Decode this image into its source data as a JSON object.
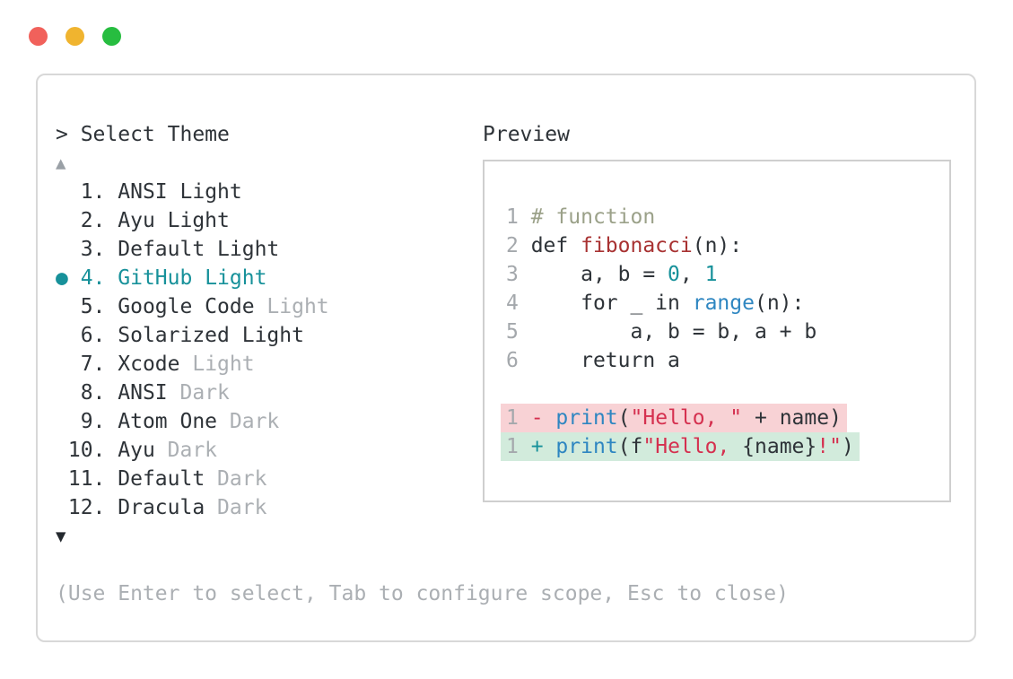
{
  "colors": {
    "dark": "#2e3338",
    "dim": "#abafb3",
    "linenum": "#a4a8ac",
    "comment": "#9ba189",
    "darkred": "#a83232",
    "crimson": "#d5304f",
    "blue": "#2e86c1",
    "teal": "#17919a",
    "diff_removed_bg": "#f8d2d5",
    "diff_added_bg": "#d2ebdc",
    "panel_border": "#d8d8d8",
    "box_border": "#cfcfcf",
    "traffic_red": "#f1615b",
    "traffic_yellow": "#f0b42f",
    "traffic_green": "#27bd40"
  },
  "window": {
    "traffic_lights": [
      {
        "name": "close",
        "color": "#f1615b"
      },
      {
        "name": "minimize",
        "color": "#f0b42f"
      },
      {
        "name": "zoom",
        "color": "#27bd40"
      }
    ]
  },
  "theme_selector": {
    "prompt": "> Select Theme",
    "scroll_up_icon": "▲",
    "scroll_down_icon": "▼",
    "selected_bullet": "●",
    "items": [
      {
        "number": "1",
        "label": "ANSI",
        "variant": "Light",
        "variant_dim": false,
        "selected": false
      },
      {
        "number": "2",
        "label": "Ayu",
        "variant": "Light",
        "variant_dim": false,
        "selected": false
      },
      {
        "number": "3",
        "label": "Default",
        "variant": "Light",
        "variant_dim": false,
        "selected": false
      },
      {
        "number": "4",
        "label": "GitHub",
        "variant": "Light",
        "variant_dim": false,
        "selected": true
      },
      {
        "number": "5",
        "label": "Google Code",
        "variant": "Light",
        "variant_dim": true,
        "selected": false
      },
      {
        "number": "6",
        "label": "Solarized",
        "variant": "Light",
        "variant_dim": false,
        "selected": false
      },
      {
        "number": "7",
        "label": "Xcode",
        "variant": "Light",
        "variant_dim": true,
        "selected": false
      },
      {
        "number": "8",
        "label": "ANSI",
        "variant": "Dark",
        "variant_dim": true,
        "selected": false
      },
      {
        "number": "9",
        "label": "Atom One",
        "variant": "Dark",
        "variant_dim": true,
        "selected": false
      },
      {
        "number": "10",
        "label": "Ayu",
        "variant": "Dark",
        "variant_dim": true,
        "selected": false
      },
      {
        "number": "11",
        "label": "Default",
        "variant": "Dark",
        "variant_dim": true,
        "selected": false
      },
      {
        "number": "12",
        "label": "Dracula",
        "variant": "Dark",
        "variant_dim": true,
        "selected": false
      }
    ],
    "help": "(Use Enter to select, Tab to configure scope, Esc to close)"
  },
  "preview": {
    "title": "Preview",
    "code_lines": [
      {
        "number": "1",
        "diff": null,
        "tokens": [
          {
            "t": "# function",
            "c": "comment"
          }
        ]
      },
      {
        "number": "2",
        "diff": null,
        "tokens": [
          {
            "t": "def ",
            "c": "dark"
          },
          {
            "t": "fibonacci",
            "c": "darkred"
          },
          {
            "t": "(n):",
            "c": "dark"
          }
        ]
      },
      {
        "number": "3",
        "diff": null,
        "tokens": [
          {
            "t": "    a, b = ",
            "c": "dark"
          },
          {
            "t": "0",
            "c": "teal"
          },
          {
            "t": ", ",
            "c": "dark"
          },
          {
            "t": "1",
            "c": "teal"
          }
        ]
      },
      {
        "number": "4",
        "diff": null,
        "tokens": [
          {
            "t": "    for _ in ",
            "c": "dark"
          },
          {
            "t": "range",
            "c": "blue"
          },
          {
            "t": "(n):",
            "c": "dark"
          }
        ]
      },
      {
        "number": "5",
        "diff": null,
        "tokens": [
          {
            "t": "        a, b = b, a + b",
            "c": "dark"
          }
        ]
      },
      {
        "number": "6",
        "diff": null,
        "tokens": [
          {
            "t": "    return a",
            "c": "dark"
          }
        ]
      },
      {
        "number": "",
        "diff": null,
        "tokens": []
      },
      {
        "number": "1",
        "diff": "removed",
        "tokens": [
          {
            "t": "-",
            "c": "crimson"
          },
          {
            "t": " ",
            "c": "dark"
          },
          {
            "t": "print",
            "c": "blue"
          },
          {
            "t": "(",
            "c": "dark"
          },
          {
            "t": "\"Hello, \"",
            "c": "crimson"
          },
          {
            "t": " + name)",
            "c": "dark"
          }
        ]
      },
      {
        "number": "1",
        "diff": "added",
        "tokens": [
          {
            "t": "+",
            "c": "teal"
          },
          {
            "t": " ",
            "c": "dark"
          },
          {
            "t": "print",
            "c": "blue"
          },
          {
            "t": "(f",
            "c": "dark"
          },
          {
            "t": "\"Hello, ",
            "c": "crimson"
          },
          {
            "t": "{name}",
            "c": "dark"
          },
          {
            "t": "!\"",
            "c": "crimson"
          },
          {
            "t": ")",
            "c": "dark"
          }
        ]
      }
    ]
  }
}
